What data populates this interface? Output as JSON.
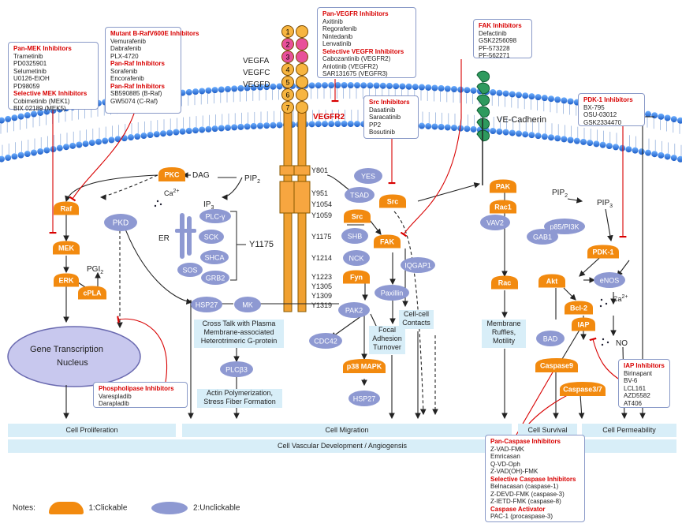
{
  "colors": {
    "clickable": "#f28a0f",
    "unclickable": "#8e99d2",
    "membrane": "#3f7fe0",
    "inhibit": "#d80000"
  },
  "membrane_labels": {
    "vegf_ligands": [
      "VEGFA",
      "VEGFC",
      "VEGFD"
    ],
    "receptor": "VEGFR2",
    "ve_cadherin": "VE-Cadherin",
    "ligand_numbers": [
      "1",
      "2",
      "3",
      "4",
      "5",
      "6",
      "7"
    ]
  },
  "residues": [
    "Y801",
    "Y951",
    "Y1054",
    "Y1059",
    "Y1175",
    "Y1214",
    "Y1223",
    "Y1305",
    "Y1309",
    "Y1319"
  ],
  "y1175_label": "Y1175",
  "nodes": {
    "pkc": "PKC",
    "raf": "Raf",
    "mek": "MEK",
    "erk": "ERK",
    "cpla2": "cPLA",
    "pgi2": "PGI",
    "pkd": "PKD",
    "dag": "DAG",
    "pip2": "PIP",
    "ip3": "IP",
    "ca": "Ca",
    "er": "ER",
    "plcg": "PLC-γ",
    "sck": "SCK",
    "shca": "SHCA",
    "sos": "SOS",
    "grb2": "GRB2",
    "yes": "YES",
    "tsad": "TSAD",
    "src1": "Src",
    "src2": "Src",
    "shb": "SHB",
    "fak": "FAK",
    "nck": "NCK",
    "fyn": "Fyn",
    "iqgap1": "IQGAP1",
    "paxillin": "Paxillin",
    "pak2": "PAK2",
    "hsp27a": "HSP27",
    "mk": "MK",
    "cdc42": "CDC42",
    "p38": "p38 MAPK",
    "hsp27b": "HSP27",
    "plcb3": "PLCβ3",
    "pak": "PAK",
    "rac1": "Rac1",
    "vav2": "VAV2",
    "pip2b": "PIP",
    "pip3": "PIP",
    "p85": "p85/PI3K",
    "gab1": "GAB1",
    "pdk1": "PDK-1",
    "rac": "Rac",
    "akt": "Akt",
    "enos": "eNOS",
    "bcl2": "Bcl-2",
    "iap": "IAP",
    "bad": "BAD",
    "ca2": "Ca",
    "no": "NO",
    "casp9": "Caspase9",
    "casp37": "Caspase3/7"
  },
  "processes": {
    "gene": "Gene Transcription",
    "nucleus": "Nucleus",
    "crosstalk": [
      "Cross Talk with Plasma",
      "Membrane-associated",
      "Heterotrimeric G-protein"
    ],
    "actin": [
      "Actin Polymerization,",
      "Stress Fiber Formation"
    ],
    "focal": [
      "Focal",
      "Adhesion",
      "Turnover"
    ],
    "cellcell": [
      "Cell-cell",
      "Contacts"
    ],
    "ruffles": [
      "Membrane",
      "Ruffles,",
      "Motility"
    ]
  },
  "outcomes": {
    "proliferation": "Cell Proliferation",
    "migration": "Cell Migration",
    "survival": "Cell Survival",
    "permeability": "Cell Permeability",
    "vascular": "Cell Vascular Development / Angiogensis"
  },
  "inhibitor_boxes": {
    "mek": {
      "sections": [
        {
          "title": "Pan-MEK Inhibitors",
          "items": [
            "Trametinib",
            "PD0325901",
            "Selumetinib",
            "U0126-EtOH",
            "PD98059"
          ]
        },
        {
          "title": "Selective MEK Inhibitors",
          "items": [
            "Cobimetinib (MEK1)",
            "BIX 02189 (MEK5)"
          ]
        }
      ]
    },
    "raf": {
      "sections": [
        {
          "title": "Mutant B-RafV600E Inhibitors",
          "items": [
            "Vemurafenib",
            "Dabrafenib",
            "PLX-4720"
          ]
        },
        {
          "title": "Pan-Raf Inhibitors",
          "items": [
            "Sorafenib",
            "Encorafenib"
          ]
        },
        {
          "title": "Pan-Raf Inhibitors",
          "items": [
            "SB590885 (B-Raf)",
            "GW5074 (C-Raf)"
          ]
        }
      ]
    },
    "vegfr": {
      "sections": [
        {
          "title": "Pan-VEGFR Inhibitors",
          "items": [
            "Axitinib",
            "Regorafenib",
            "Nintedanib",
            "Lenvatinib"
          ]
        },
        {
          "title": "Selective VEGFR Inhibitors",
          "items": [
            "Cabozantinib (VEGFR2)",
            "Anlotinib (VEGFR2)",
            "SAR131675 (VEGFR3)"
          ]
        }
      ]
    },
    "src": {
      "sections": [
        {
          "title": "Src Inhibitors",
          "items": [
            "Dasatinib",
            "Saracatinib",
            "PP2",
            "Bosutinib"
          ]
        }
      ]
    },
    "fak": {
      "sections": [
        {
          "title": "FAK Inhibitors",
          "items": [
            "Defactinib",
            "GSK2256098",
            "PF-573228",
            "PF-562271"
          ]
        }
      ]
    },
    "pdk1": {
      "sections": [
        {
          "title": "PDK-1 Inhibitors",
          "items": [
            "BX-795",
            "OSU-03012",
            "GSK2334470"
          ]
        }
      ]
    },
    "iap": {
      "sections": [
        {
          "title": "IAP Inhibitors",
          "items": [
            "Birinapant",
            "BV-6",
            "LCL161",
            "AZD5582",
            "AT406"
          ]
        }
      ]
    },
    "pla": {
      "sections": [
        {
          "title": "Phospholipase Inhibitors",
          "items": [
            "Varespladib",
            "Darapladib"
          ]
        }
      ]
    },
    "caspase": {
      "sections": [
        {
          "title": "Pan-Caspase Inhibitors",
          "items": [
            "Z-VAD-FMK",
            "Emricasan",
            "Q-VD-Oph",
            "Z-VAD(OH)-FMK"
          ]
        },
        {
          "title": "Selective Caspase Inhibitors",
          "items": [
            "Belnacasan (caspase-1)",
            "Z-DEVD-FMK (caspase-3)",
            "Z-IETD-FMK (caspase-8)"
          ]
        },
        {
          "title": "Caspase Activator",
          "items": [
            "PAC-1 (procaspase-3)"
          ]
        }
      ]
    }
  },
  "legend": {
    "notes": "Notes:",
    "clickable": "1:Clickable",
    "unclickable": "2:Unclickable"
  }
}
